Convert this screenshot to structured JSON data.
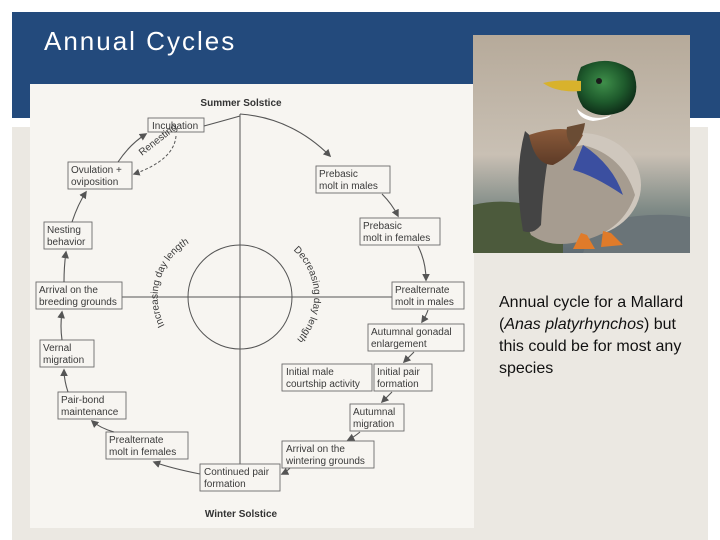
{
  "slide": {
    "title": "Annual Cycles"
  },
  "diagram": {
    "summer": "Summer Solstice",
    "winter": "Winter Solstice",
    "increasing": "Increasing day length",
    "decreasing": "Decreasing day length",
    "renesting": "Renesting",
    "stages": {
      "incubation": "Incubation",
      "ovulation_1": "Ovulation +",
      "ovulation_2": "oviposition",
      "nesting_1": "Nesting",
      "nesting_2": "behavior",
      "arrival_breeding_1": "Arrival on the",
      "arrival_breeding_2": "breeding grounds",
      "vernal_1": "Vernal",
      "vernal_2": "migration",
      "pairbond_1": "Pair-bond",
      "pairbond_2": "maintenance",
      "prealt_females_1": "Prealternate",
      "prealt_females_2": "molt in females",
      "continued_1": "Continued pair",
      "continued_2": "formation",
      "arrival_wintering_1": "Arrival on the",
      "arrival_wintering_2": "wintering grounds",
      "autumnal_mig_1": "Autumnal",
      "autumnal_mig_2": "migration",
      "initial_pair_1": "Initial pair",
      "initial_pair_2": "formation",
      "courtship_1": "Initial male",
      "courtship_2": "courtship activity",
      "gonadal_1": "Autumnal gonadal",
      "gonadal_2": "enlargement",
      "prealt_males_1": "Prealternate",
      "prealt_males_2": "molt in males",
      "prebasic_females_1": "Prebasic",
      "prebasic_females_2": "molt in females",
      "prebasic_males_1": "Prebasic",
      "prebasic_males_2": "molt in males"
    }
  },
  "caption": {
    "part1": "Annual cycle for a Mallard (",
    "species": "Anas platyrhynchos",
    "part2": ") but this could be for most any species"
  },
  "colors": {
    "banner": "#234a7c",
    "panel": "#ebe8e2"
  }
}
